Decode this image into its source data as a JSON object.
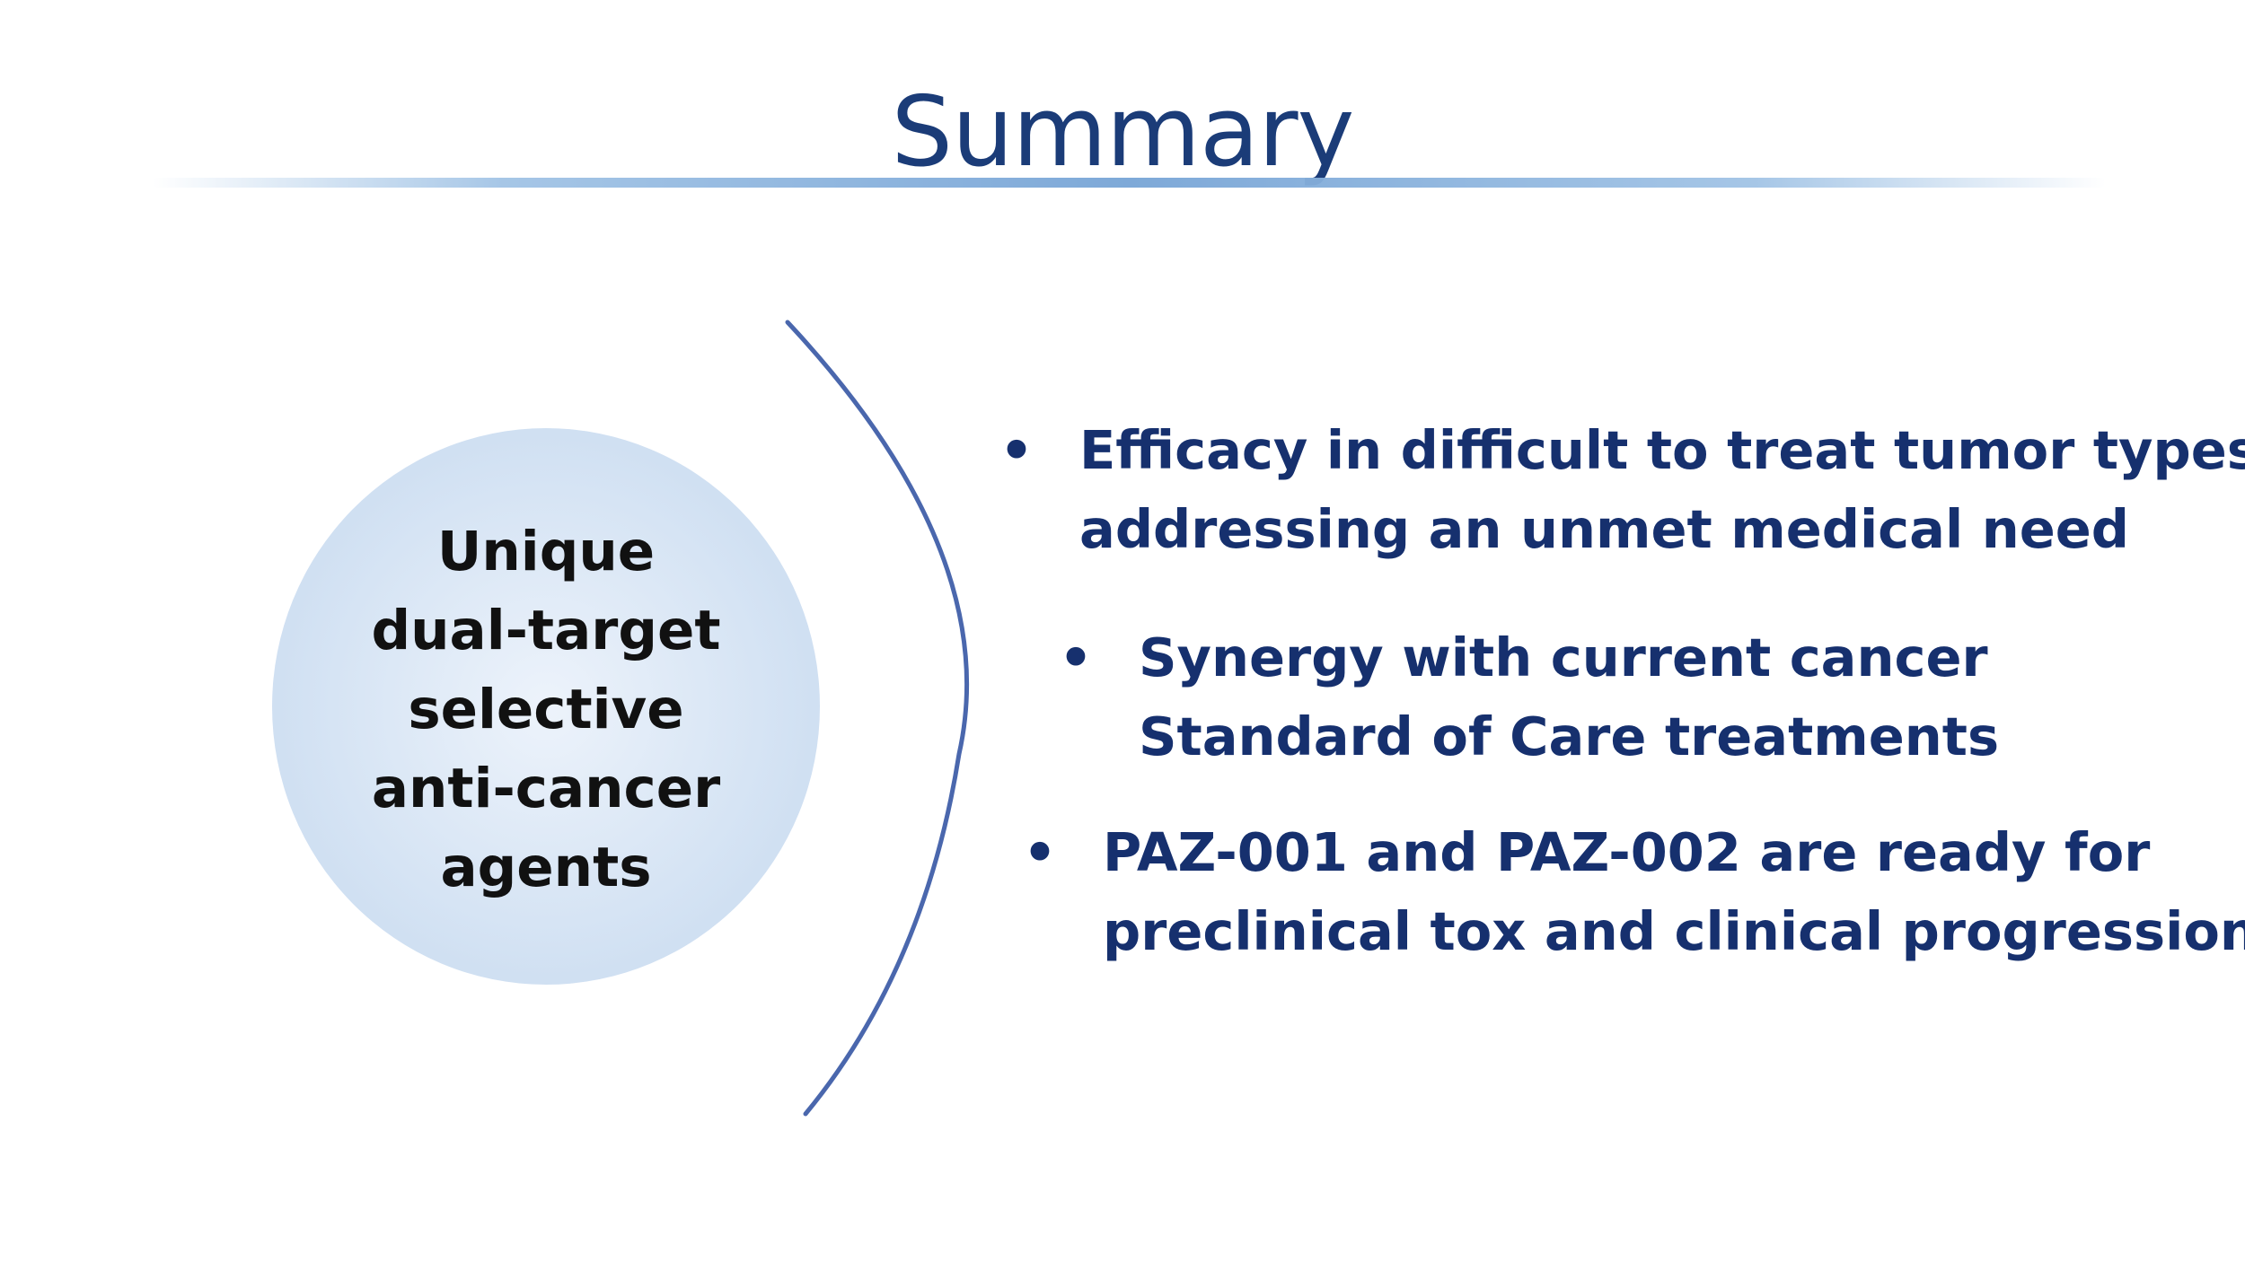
{
  "slide": {
    "title": "Summary"
  },
  "circle": {
    "lines": [
      "Unique",
      "dual-target",
      "selective",
      "anti-cancer",
      "agents"
    ]
  },
  "bullets": [
    {
      "marker": "•",
      "lines": [
        "Efficacy in difficult to treat tumor types",
        "addressing an unmet medical need"
      ]
    },
    {
      "marker": "•",
      "lines": [
        "Synergy with current cancer",
        "Standard of Care treatments"
      ]
    },
    {
      "marker": "•",
      "lines": [
        "PAZ-001 and PAZ-002 are ready for",
        "preclinical tox and clinical progression"
      ]
    }
  ],
  "colors": {
    "title": "#1b3c78",
    "bullet_text": "#16306e",
    "arc": "#4a67ad",
    "circle_fill": "#d6e4f4",
    "rule": "#7ea9d8"
  }
}
